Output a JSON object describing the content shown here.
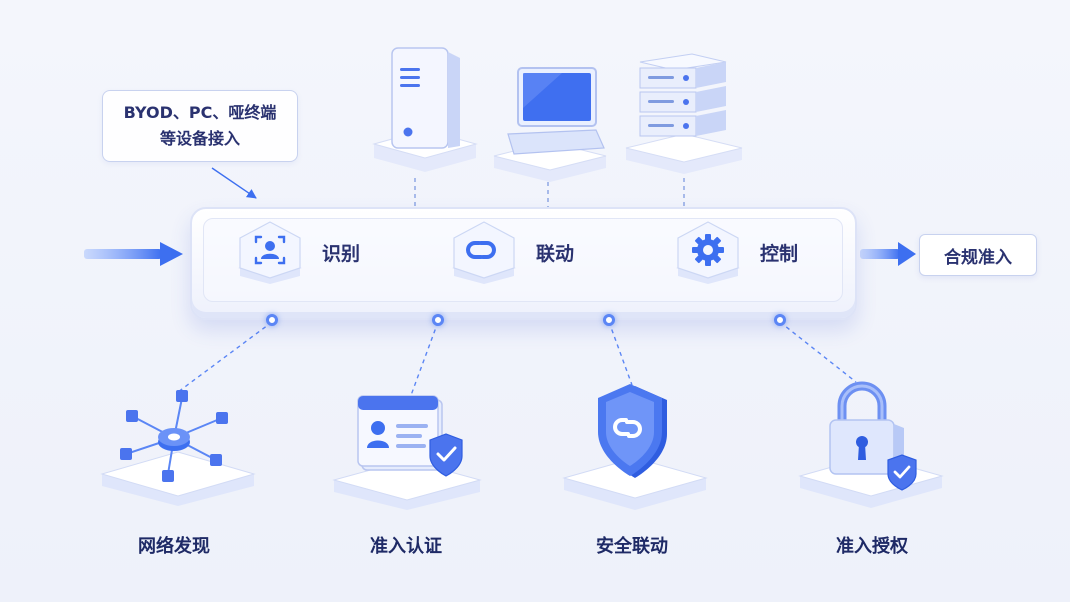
{
  "callout": {
    "line1": "BYOD、PC、哑终端",
    "line2": "等设备接入"
  },
  "steps": [
    {
      "label": "识别",
      "icon": "user-scan-icon"
    },
    {
      "label": "联动",
      "icon": "link-icon"
    },
    {
      "label": "控制",
      "icon": "gear-icon"
    }
  ],
  "result": {
    "label": "合规准入"
  },
  "devices": [
    {
      "icon": "tower-server-icon"
    },
    {
      "icon": "laptop-icon"
    },
    {
      "icon": "rack-server-icon"
    }
  ],
  "modules": [
    {
      "label": "网络发现",
      "icon": "network-discovery-icon"
    },
    {
      "label": "准入认证",
      "icon": "id-card-shield-icon"
    },
    {
      "label": "安全联动",
      "icon": "shield-link-icon"
    },
    {
      "label": "准入授权",
      "icon": "padlock-shield-icon"
    }
  ],
  "colors": {
    "accent": "#3d6ff0",
    "accent_light": "#8fb0ff",
    "text": "#1e2a66",
    "panel_border": "#dde3f7"
  }
}
